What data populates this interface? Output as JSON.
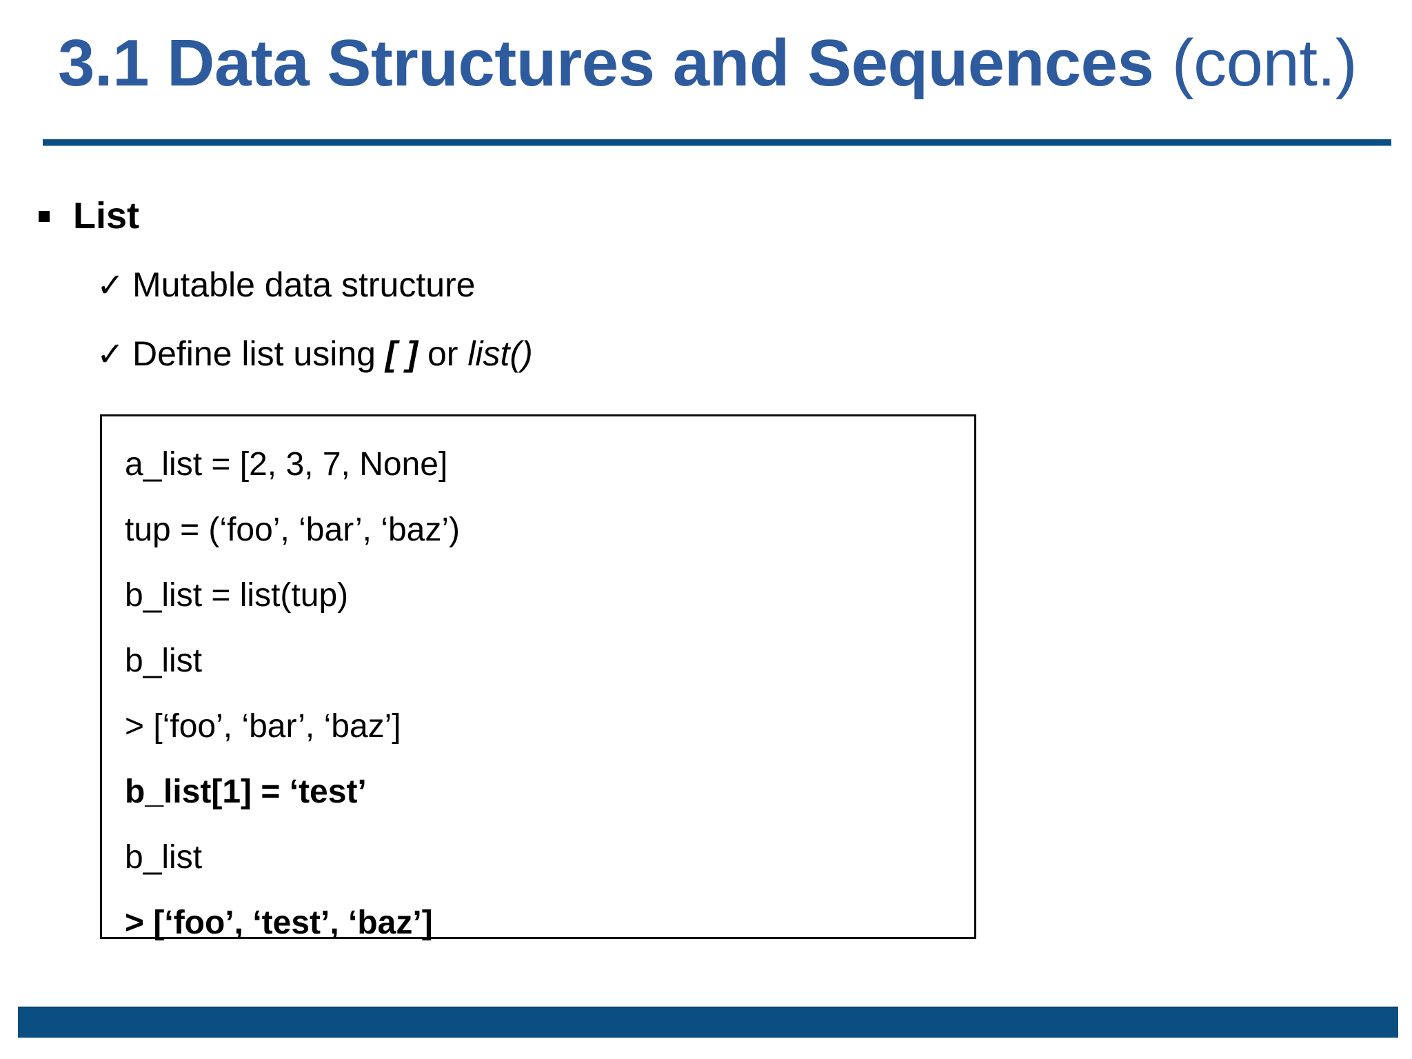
{
  "slide": {
    "title": {
      "main": "3.1 Data Structures and Sequences",
      "suffix": " (cont.)"
    },
    "accent_color": "#2D5B9E",
    "rule_color": "#0B4E83",
    "bar_color": "#0A4E82"
  },
  "body": {
    "bullet": {
      "marker": "square-bullet",
      "label": "List"
    },
    "sub_bullets": [
      {
        "marker": "check-icon",
        "glyph": "✓",
        "text": "Mutable data structure"
      },
      {
        "marker": "check-icon",
        "glyph": "✓",
        "prefix": "Define list using ",
        "emphasis_bold_italic": "[ ]",
        "middle": " or ",
        "emphasis_italic": "list()"
      }
    ]
  },
  "code_box": {
    "lines": [
      {
        "text": "a_list = [2, 3, 7, None]",
        "bold": false
      },
      {
        "text": "tup = (‘foo’, ‘bar’, ‘baz’)",
        "bold": false
      },
      {
        "text": "b_list = list(tup)",
        "bold": false
      },
      {
        "text": "b_list",
        "bold": false
      },
      {
        "text": "> [‘foo’, ‘bar’, ‘baz’]",
        "bold": false
      },
      {
        "text": "b_list[1] = ‘test’",
        "bold": true
      },
      {
        "text": "b_list",
        "bold": false
      },
      {
        "text": "> [‘foo’, ‘test’, ‘baz’]",
        "bold": true
      }
    ]
  }
}
